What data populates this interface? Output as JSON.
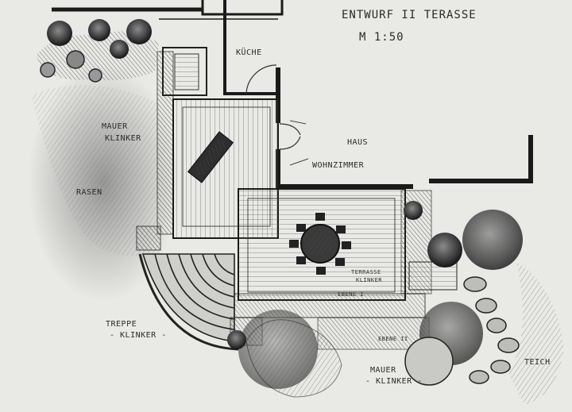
{
  "title": "ENTWURF II  TERASSE",
  "scale": "M 1:50",
  "labels": {
    "kueche": "KÜCHE",
    "haus": "HAUS",
    "wohnzimmer": "WOHNZIMMER",
    "mauer_left": "MAUER",
    "klinker_left": "KLINKER",
    "rasen": "RASEN",
    "treppe": "TREPPE",
    "treppe_klinker": "- KLINKER -",
    "terrasse": "TERRASSE",
    "terrasse_klinker": "KLINKER",
    "ebene1": "EBENE I",
    "ebene2": "EBENE II",
    "mauer_bottom": "MAUER",
    "klinker_bottom": "- KLINKER -",
    "teich": "TEICH"
  }
}
